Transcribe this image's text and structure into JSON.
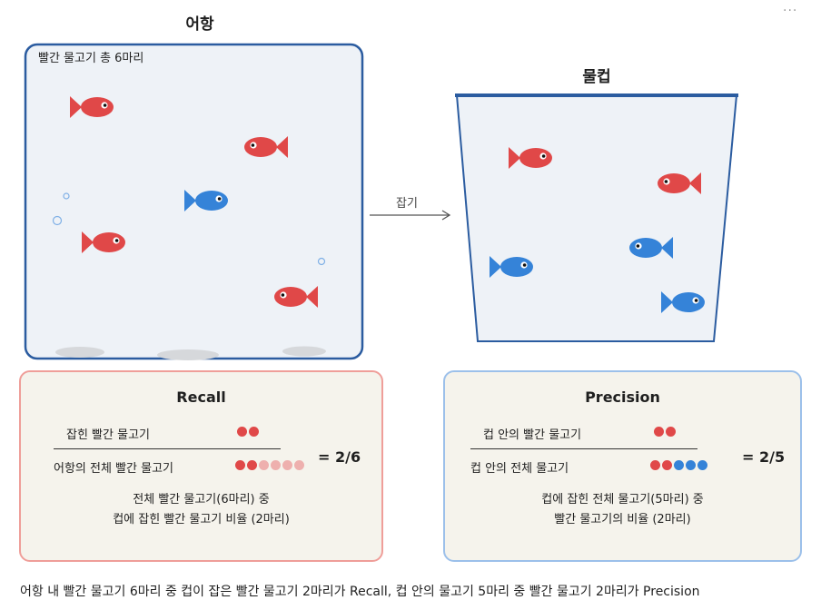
{
  "header": {
    "more_label": "···"
  },
  "tank": {
    "title": "어항",
    "caption": "빨간 물고기 총 6마리"
  },
  "cup": {
    "title": "물컵"
  },
  "arrow": {
    "label": "잡기"
  },
  "colors": {
    "red_fish": "#e04848",
    "blue_fish": "#3583d8",
    "faded_red": "#eeb0ae",
    "tank_border": "#2b5ca0",
    "recall_border": "#ef9e99",
    "precision_border": "#9cc0ea"
  },
  "tank_fish": [
    {
      "color": "red",
      "facing": "right"
    },
    {
      "color": "red",
      "facing": "left"
    },
    {
      "color": "blue",
      "facing": "right"
    },
    {
      "color": "red",
      "facing": "right"
    },
    {
      "color": "red",
      "facing": "left"
    }
  ],
  "cup_fish": [
    {
      "color": "red",
      "facing": "right"
    },
    {
      "color": "red",
      "facing": "left"
    },
    {
      "color": "blue",
      "facing": "left"
    },
    {
      "color": "blue",
      "facing": "right"
    },
    {
      "color": "blue",
      "facing": "right"
    }
  ],
  "recall": {
    "title": "Recall",
    "numerator_label": "잡힌 빨간 물고기",
    "denominator_label": "어항의 전체 빨간 물고기",
    "numerator_dots": [
      "red",
      "red"
    ],
    "denominator_dots": [
      "red",
      "red",
      "faded",
      "faded",
      "faded",
      "faded"
    ],
    "result": "= 2/6",
    "desc_line1": "전체 빨간 물고기(6마리) 중",
    "desc_line2": "컵에 잡힌 빨간 물고기 비율 (2마리)"
  },
  "precision": {
    "title": "Precision",
    "numerator_label": "컵 안의 빨간 물고기",
    "denominator_label": "컵 안의 전체 물고기",
    "numerator_dots": [
      "red",
      "red"
    ],
    "denominator_dots": [
      "red",
      "red",
      "blue",
      "blue",
      "blue"
    ],
    "result": "= 2/5",
    "desc_line1": "컵에 잡힌 전체 물고기(5마리) 중",
    "desc_line2": "빨간 물고기의 비율 (2마리)"
  },
  "footer": {
    "text": "어항 내 빨간 물고기 6마리 중 컵이 잡은 빨간 물고기 2마리가 Recall, 컵 안의 물고기 5마리 중 빨간 물고기 2마리가 Precision"
  }
}
